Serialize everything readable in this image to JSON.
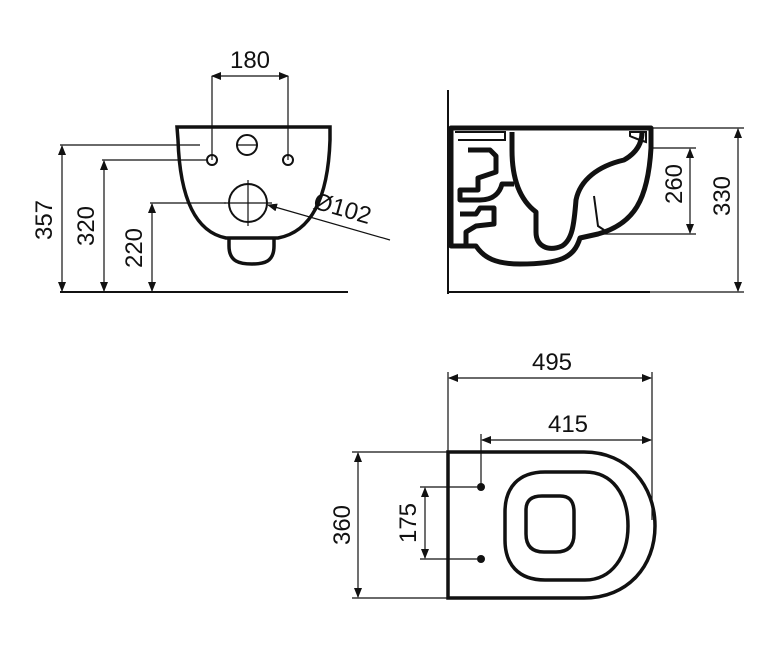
{
  "front_view": {
    "width_dim": "180",
    "height_total": "357",
    "height_bolts": "320",
    "height_outlet": "220",
    "outlet_diameter": "Ø102"
  },
  "side_view": {
    "height_inner": "260",
    "height_outer": "330"
  },
  "top_view": {
    "length_total": "495",
    "length_bolts": "415",
    "width_total": "360",
    "bolt_spacing": "175"
  },
  "colors": {
    "line": "#111111",
    "background": "#ffffff"
  }
}
